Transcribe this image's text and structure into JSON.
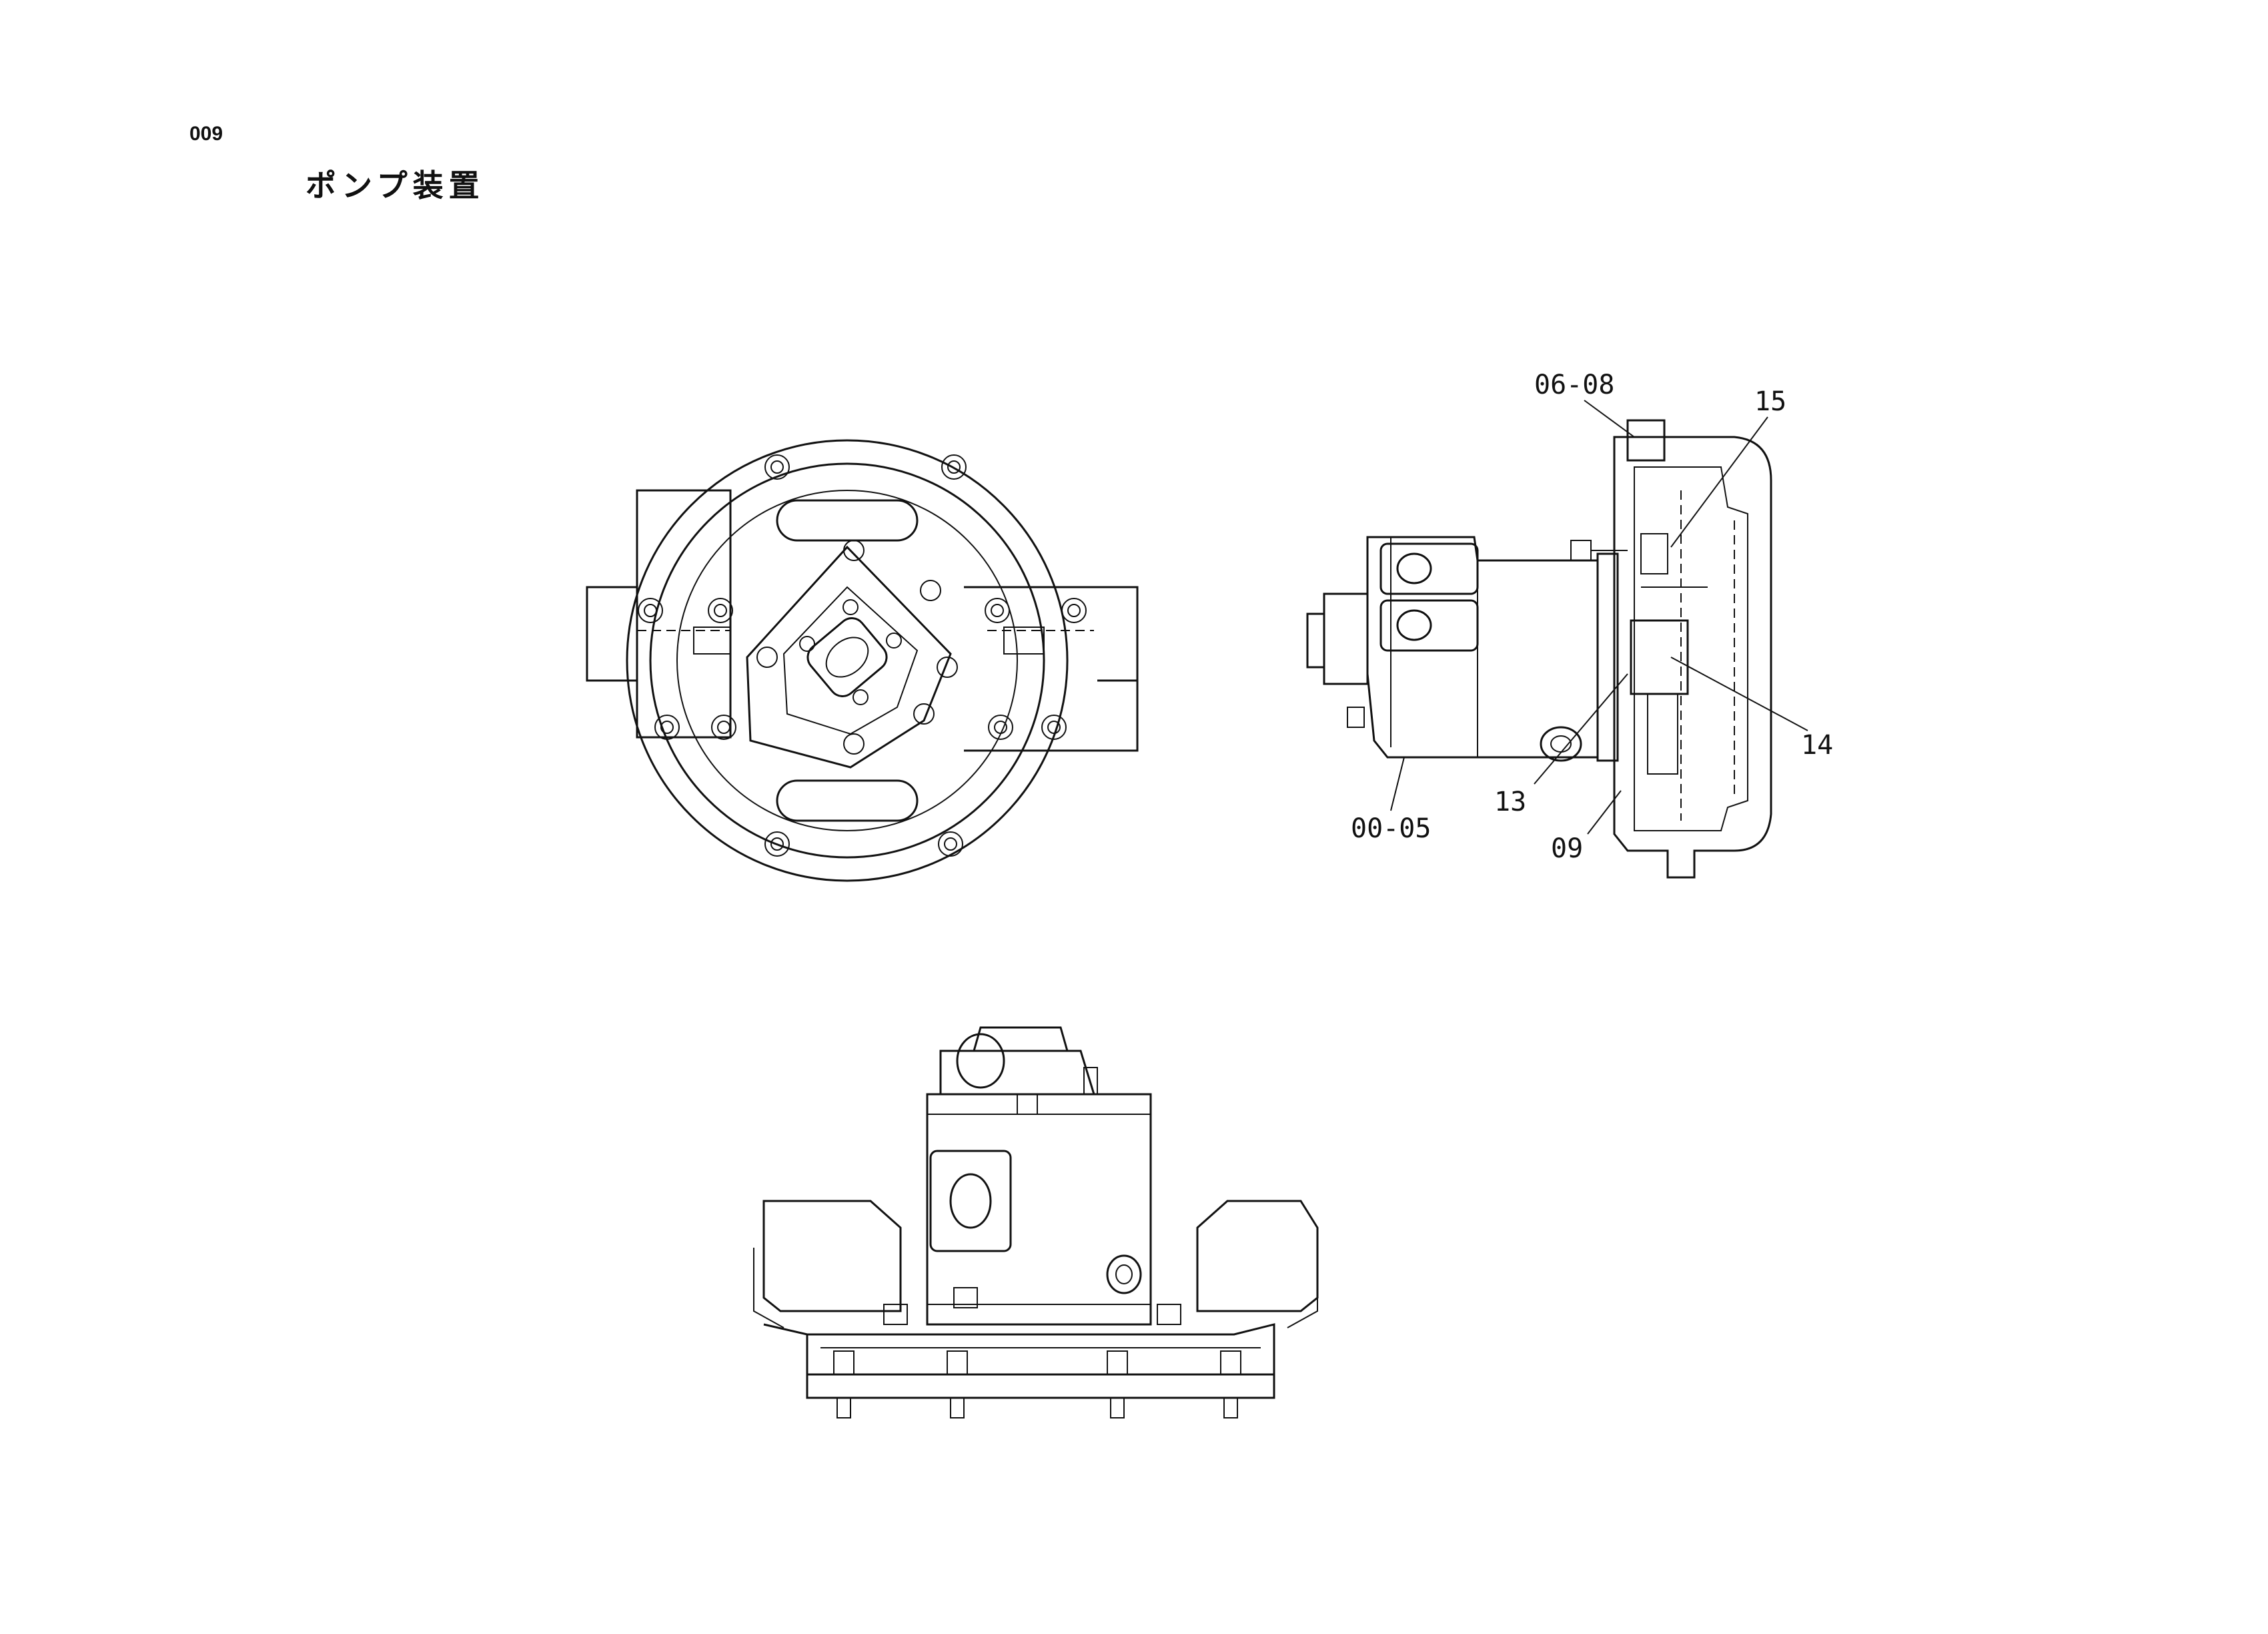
{
  "header": {
    "page_number": "009",
    "title": "ポンプ装置"
  },
  "callouts": [
    {
      "id": "06-08",
      "label": "06-08"
    },
    {
      "id": "15",
      "label": "15"
    },
    {
      "id": "14",
      "label": "14"
    },
    {
      "id": "13",
      "label": "13"
    },
    {
      "id": "09",
      "label": "09"
    },
    {
      "id": "00-05",
      "label": "00-05"
    }
  ]
}
